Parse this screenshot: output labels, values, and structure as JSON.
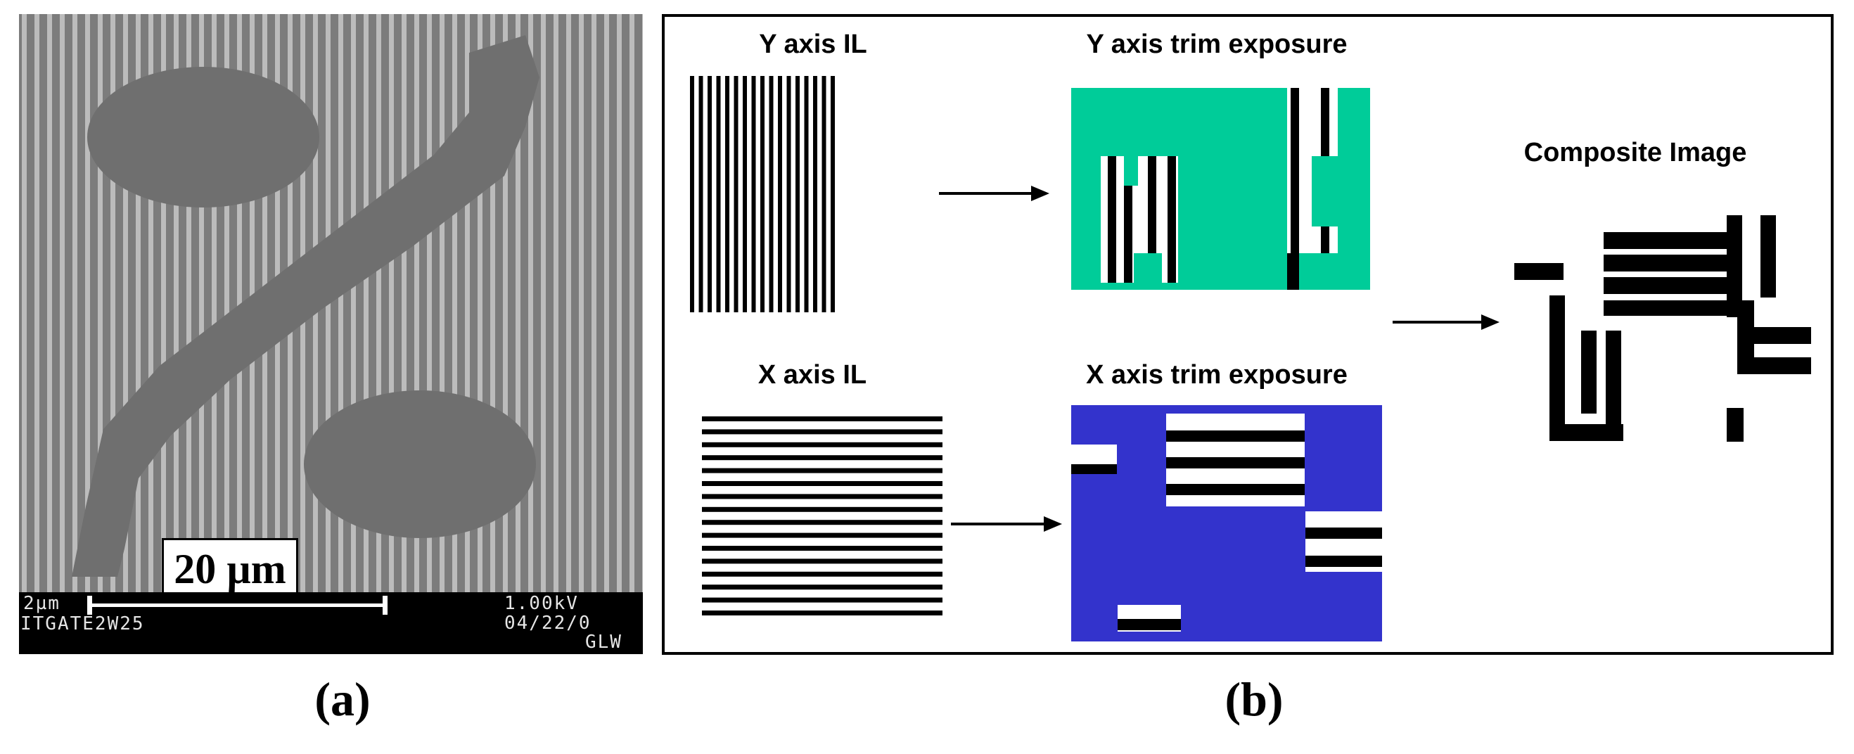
{
  "panel_a": {
    "caption": "(a)",
    "scale_label": "20 µm",
    "info_bar": {
      "top_left": "2µm",
      "bottom_left": "ITGATE2W25",
      "top_right": "1.00kV",
      "mid_right": "04/22/0",
      "bottom_right": "GLW"
    }
  },
  "panel_b": {
    "caption": "(b)",
    "labels": {
      "y_il": "Y axis IL",
      "y_trim": "Y axis trim exposure",
      "x_il": "X axis IL",
      "x_trim": "X axis trim exposure",
      "composite": "Composite Image"
    },
    "colors": {
      "y_trim_fill": "#00cc99",
      "x_trim_fill": "#3333cc",
      "lines": "#000000"
    }
  }
}
